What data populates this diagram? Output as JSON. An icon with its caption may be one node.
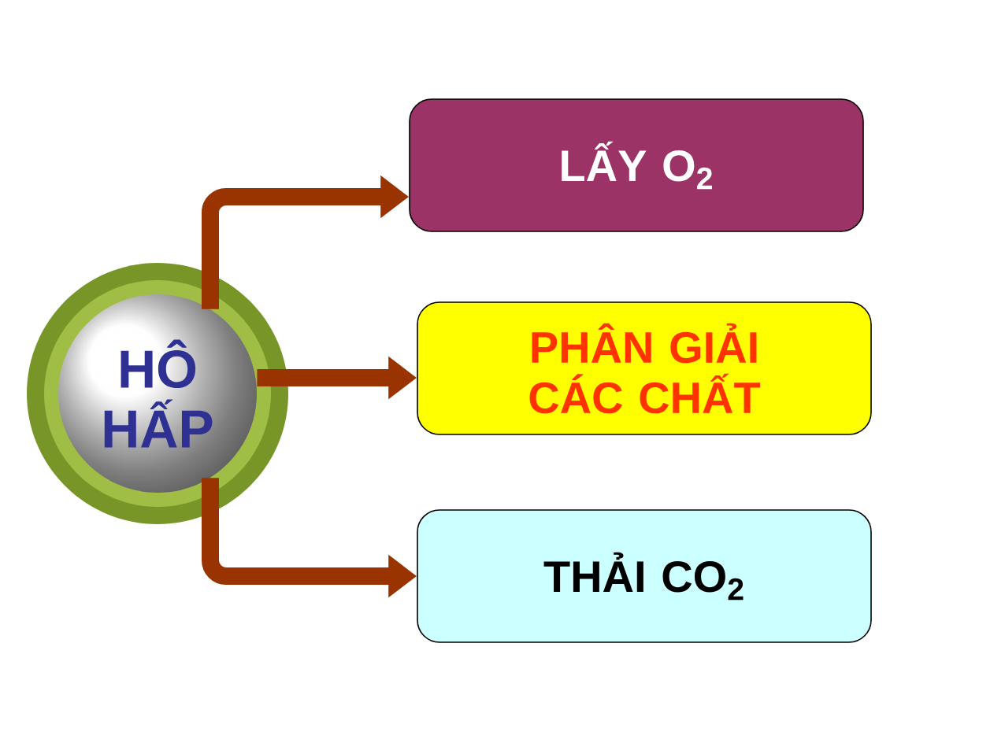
{
  "diagram": {
    "nodes": [
      {
        "text": [
          "HÔ HẤP"
        ]
      },
      {
        "text": [
          "LẤY O$_{2}$"
        ]
      },
      {
        "text": [
          "PHÂN GIẢI CÁC CHẤT"
        ]
      },
      {
        "text": [
          "THẢI CO$_{2}$"
        ]
      }
    ],
    "edges": [
      {
        "from": 0,
        "to": 1,
        "arrow": "to"
      },
      {
        "from": 0,
        "to": 2,
        "arrow": "to"
      },
      {
        "from": 0,
        "to": 3,
        "arrow": "to"
      }
    ]
  }
}
